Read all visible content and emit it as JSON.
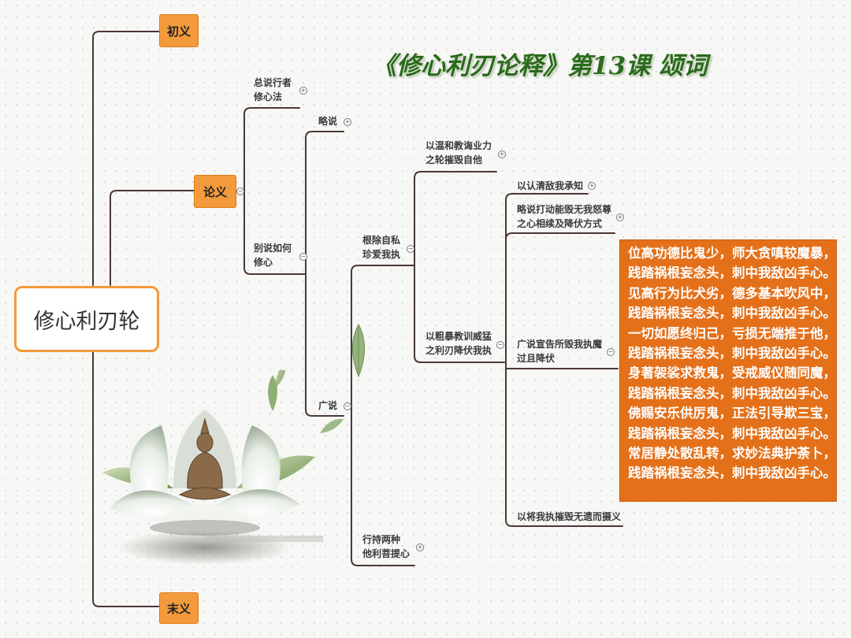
{
  "title": "《修心利刃论释》第13课 颂词",
  "root": "修心利刃轮",
  "level1": {
    "chuyi": "初义",
    "lunyi": "论义",
    "moyi": "末义"
  },
  "level2": {
    "zongshuo": "总说行者\n修心法",
    "bieshuo": "别说如何\n修心"
  },
  "level3": {
    "lueshuo": "略说",
    "guangshuo": "广说"
  },
  "level4": {
    "genchu": "根除自私\n珍爱我执",
    "xingchi": "行持两种\n他利菩提心"
  },
  "level5": {
    "wenhe": "以温和教诲业力\n之轮摧毁自他",
    "cubao": "以粗暴教训威猛\n之利刃降伏我执"
  },
  "level6": {
    "renqing": "以认清敌我承知",
    "lueshuo_dadong": "略说打动能毁无我怒尊\n之心相续及降伏方式",
    "guangshuo_xuangao": "广说宣告所毁我执魔\n过且降伏",
    "yijiang": "以将我执摧毁无遗而摄义"
  },
  "verse": [
    "位高功德比鬼少，师大贪嗔较魔暴，",
    "践踏祸根妄念头，刺中我敌凶手心。",
    "见高行为比犬劣，德多基本吹风中，",
    "践踏祸根妄念头，刺中我敌凶手心。",
    "一切如愿终归己，亏损无端推于他，",
    "践踏祸根妄念头，刺中我敌凶手心。",
    "身著袈裟求救鬼，受戒威仪随同魔，",
    "践踏祸根妄念头，刺中我敌凶手心。",
    "佛赐安乐供厉鬼，正法引导欺三宝，",
    "践踏祸根妄念头，刺中我敌凶手心。",
    "常居静处散乱转，求妙法典护荼卜，",
    "践踏祸根妄念头，刺中我敌凶手心。"
  ],
  "colors": {
    "accent_orange": "#f39a3c",
    "verse_box": "#e4701a",
    "title_green": "#2b6a1f",
    "line_dark": "#4a3838"
  }
}
